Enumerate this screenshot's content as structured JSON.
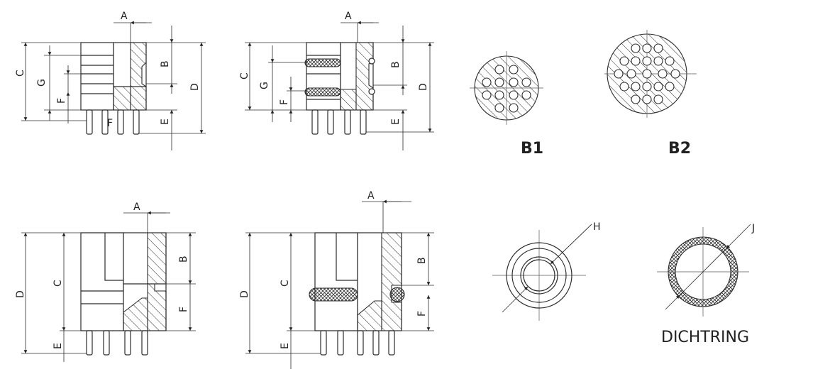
{
  "labels": {
    "a": "A",
    "b": "B",
    "c": "C",
    "d": "D",
    "e": "E",
    "f": "F",
    "g": "G",
    "h": "H",
    "j": "J"
  },
  "captions": {
    "b1": "B1",
    "b2": "B2",
    "seal": "DICHTRING"
  },
  "colors": {
    "line": "#2b2b2b",
    "background": "#ffffff"
  }
}
